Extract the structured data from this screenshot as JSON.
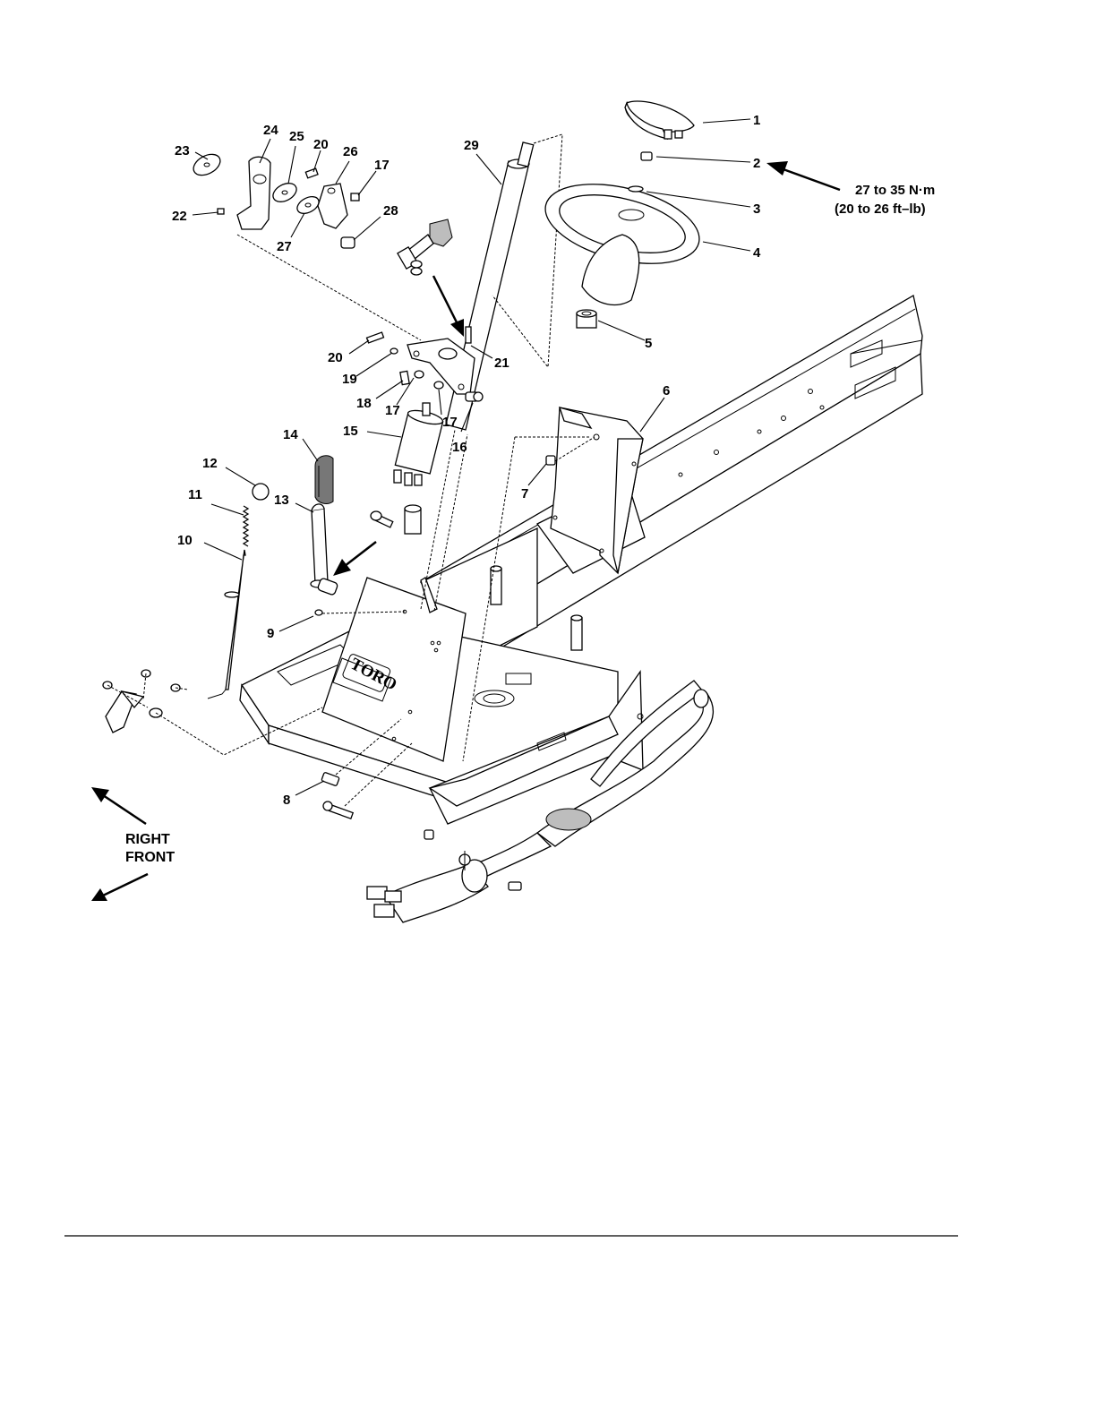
{
  "callouts": [
    {
      "id": "1",
      "label": "1"
    },
    {
      "id": "2",
      "label": "2"
    },
    {
      "id": "3",
      "label": "3"
    },
    {
      "id": "4",
      "label": "4"
    },
    {
      "id": "5",
      "label": "5"
    },
    {
      "id": "6",
      "label": "6"
    },
    {
      "id": "7",
      "label": "7"
    },
    {
      "id": "8",
      "label": "8"
    },
    {
      "id": "9",
      "label": "9"
    },
    {
      "id": "10",
      "label": "10"
    },
    {
      "id": "11",
      "label": "11"
    },
    {
      "id": "12",
      "label": "12"
    },
    {
      "id": "13",
      "label": "13"
    },
    {
      "id": "14",
      "label": "14"
    },
    {
      "id": "15",
      "label": "15"
    },
    {
      "id": "16",
      "label": "16"
    },
    {
      "id": "17a",
      "label": "17"
    },
    {
      "id": "17b",
      "label": "17"
    },
    {
      "id": "17c",
      "label": "17"
    },
    {
      "id": "18",
      "label": "18"
    },
    {
      "id": "19",
      "label": "19"
    },
    {
      "id": "20a",
      "label": "20"
    },
    {
      "id": "20b",
      "label": "20"
    },
    {
      "id": "21",
      "label": "21"
    },
    {
      "id": "22",
      "label": "22"
    },
    {
      "id": "23",
      "label": "23"
    },
    {
      "id": "24",
      "label": "24"
    },
    {
      "id": "25",
      "label": "25"
    },
    {
      "id": "26",
      "label": "26"
    },
    {
      "id": "27",
      "label": "27"
    },
    {
      "id": "28",
      "label": "28"
    },
    {
      "id": "29",
      "label": "29"
    }
  ],
  "torque": {
    "line1": "27 to 35 N·m",
    "line2": "(20 to 26 ft–lb)"
  },
  "direction": {
    "line1": "RIGHT",
    "line2": "FRONT"
  },
  "brand_logo": "TORO"
}
